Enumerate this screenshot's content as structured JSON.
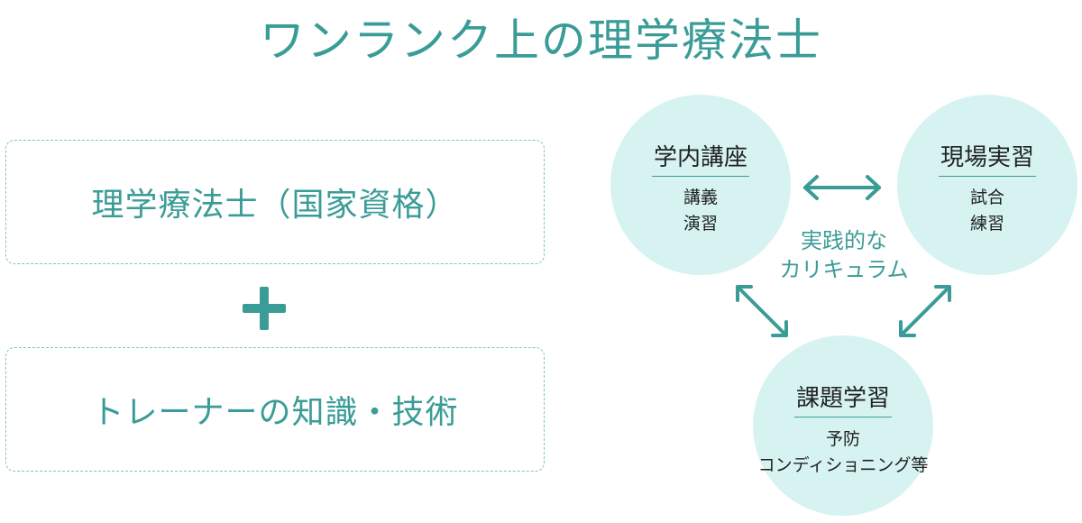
{
  "title": "ワンランク上の理学療法士",
  "boxes": {
    "qualification": "理学療法士（国家資格）",
    "trainer": "トレーナーの知識・技術"
  },
  "center_label": {
    "line1": "実践的な",
    "line2": "カリキュラム"
  },
  "circles": {
    "lecture": {
      "title": "学内講座",
      "line1": "講義",
      "line2": "演習"
    },
    "field": {
      "title": "現場実習",
      "line1": "試合",
      "line2": "練習"
    },
    "task": {
      "title": "課題学習",
      "line1": "予防",
      "line2": "コンディショニング等"
    }
  },
  "colors": {
    "accent": "#3a9c97",
    "circle_fill": "#d6f3f2",
    "box_border": "#7fc3bf"
  },
  "icons": {
    "plus": "plus-icon",
    "arrows": "double-headed-arrow-icon"
  }
}
